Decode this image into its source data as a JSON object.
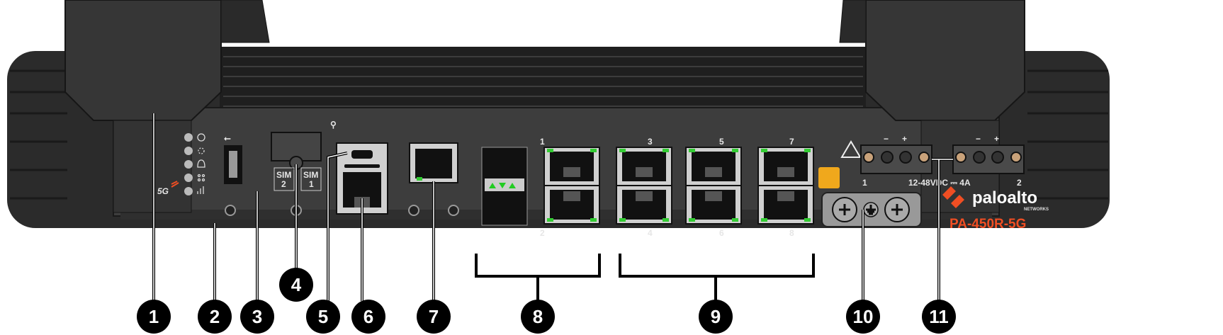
{
  "title": "PA-450R-5G front panel",
  "device": {
    "brand": "paloalto",
    "brand_sub": "NETWORKS",
    "model": "PA-450R-5G",
    "brand_color": "#f04e23",
    "badge_5g": "5G",
    "sim_labels": [
      "SIM",
      "2",
      "SIM",
      "1"
    ],
    "port_numbers": [
      "1",
      "2",
      "3",
      "4",
      "5",
      "6",
      "7",
      "8"
    ],
    "power": {
      "minus": "−",
      "plus": "+",
      "input1": "1",
      "input2": "2",
      "rating": "12-48VDC ⎓ 4A"
    },
    "leds": [
      "power-icon",
      "status-icon",
      "alarm-icon",
      "ha-icon",
      "signal-icon"
    ]
  },
  "callouts": [
    "1",
    "2",
    "3",
    "4",
    "5",
    "6",
    "7",
    "8",
    "9",
    "10",
    "11"
  ]
}
